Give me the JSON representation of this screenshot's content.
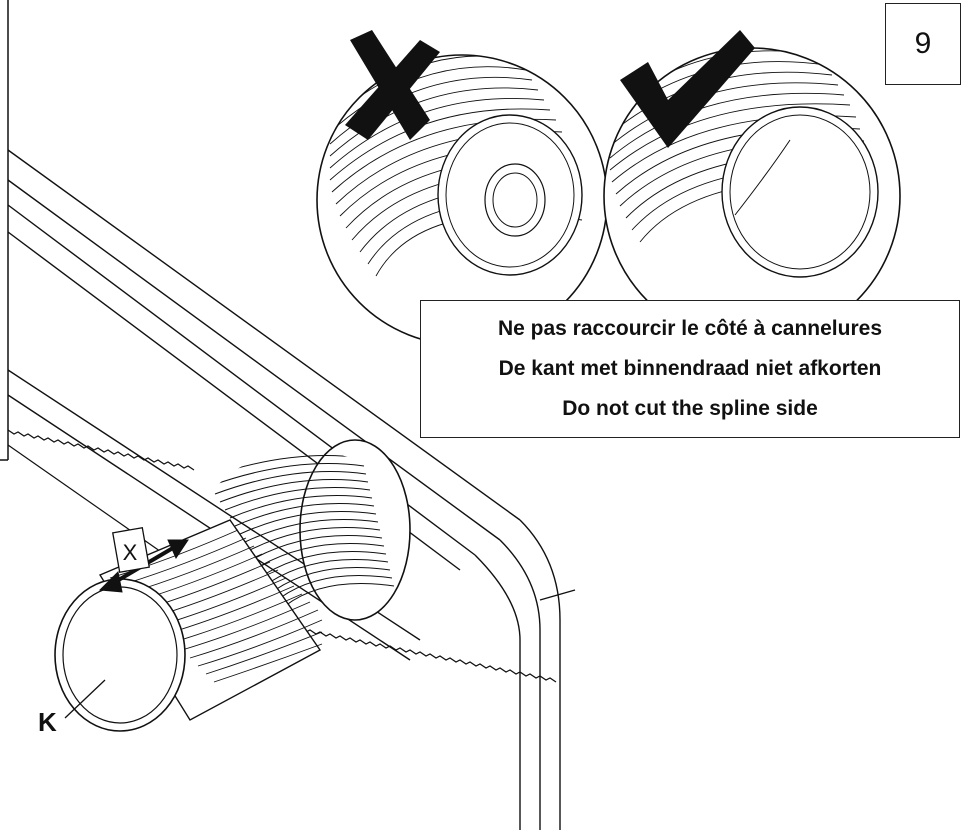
{
  "step_number": "9",
  "caption": {
    "line_fr": "Ne pas raccourcir le côté à cannelures",
    "line_nl": "De kant met binnendraad niet afkorten",
    "line_en": "Do not cut the spline side"
  },
  "labels": {
    "part_k": "K",
    "dimension_x": "X"
  },
  "marks": {
    "wrong_mark_icon": "cross-mark-icon",
    "correct_mark_icon": "check-mark-icon"
  },
  "colors": {
    "line": "#111111",
    "background": "#ffffff"
  }
}
